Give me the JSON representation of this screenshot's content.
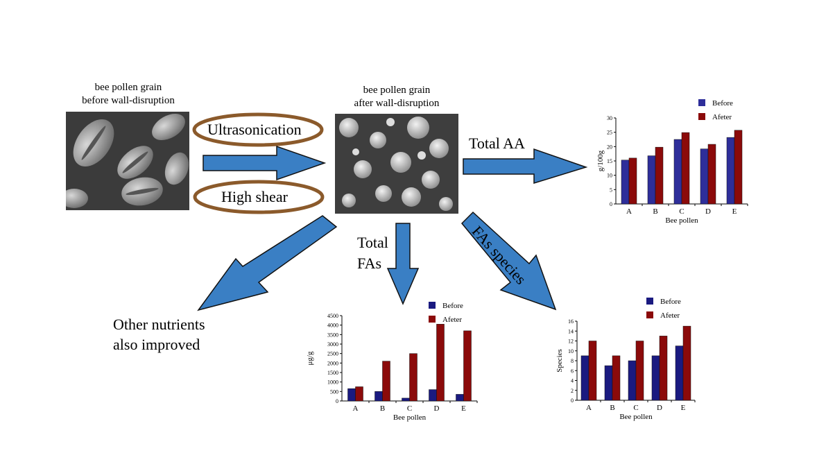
{
  "figure": {
    "photo_before_caption": [
      "bee pollen grain",
      "before wall-disruption"
    ],
    "photo_after_caption": [
      "bee pollen grain",
      "after wall-disruption"
    ],
    "method_1": "Ultrasonication",
    "method_2": "High shear",
    "arrow_total_aa": "Total AA",
    "arrow_total_fas": [
      "Total",
      "FAs"
    ],
    "arrow_fas_species": "FAs species",
    "other_nutrients": [
      "Other nutrients",
      "also improved"
    ],
    "colors": {
      "arrow": "#3a7fc4",
      "ellipse": "#8b5a2b",
      "before": "#2e2e9a",
      "after": "#8b0a0a",
      "fa_before": "#1a1a80"
    }
  },
  "chart_data": [
    {
      "type": "bar",
      "id": "total-aa",
      "categories": [
        "A",
        "B",
        "C",
        "D",
        "E"
      ],
      "series": [
        {
          "name": "Before",
          "values": [
            15.3,
            16.8,
            22.5,
            19.2,
            23.2
          ]
        },
        {
          "name": "Afeter",
          "values": [
            16.0,
            19.8,
            24.9,
            20.8,
            25.7
          ]
        }
      ],
      "ylabel": "g/100g",
      "xlabel": "Bee pollen",
      "ylim": [
        0,
        30
      ],
      "yticks": [
        0,
        5,
        10,
        15,
        20,
        25,
        30
      ],
      "legend": "top-right"
    },
    {
      "type": "bar",
      "id": "total-fas",
      "categories": [
        "A",
        "B",
        "C",
        "D",
        "E"
      ],
      "series": [
        {
          "name": "Before",
          "values": [
            650,
            500,
            150,
            600,
            350
          ]
        },
        {
          "name": "Afeter",
          "values": [
            750,
            2100,
            2500,
            4050,
            3700
          ]
        }
      ],
      "ylabel": "μg/g",
      "xlabel": "Bee pollen",
      "ylim": [
        0,
        4500
      ],
      "yticks": [
        0,
        500,
        1000,
        1500,
        2000,
        2500,
        3000,
        3500,
        4000,
        4500
      ],
      "legend": "top-right"
    },
    {
      "type": "bar",
      "id": "fas-species",
      "categories": [
        "A",
        "B",
        "C",
        "D",
        "E"
      ],
      "series": [
        {
          "name": "Before",
          "values": [
            9,
            7,
            8,
            9,
            11
          ]
        },
        {
          "name": "Afeter",
          "values": [
            12,
            9,
            12,
            13,
            15
          ]
        }
      ],
      "ylabel": "Species",
      "xlabel": "Bee pollen",
      "ylim": [
        0,
        16
      ],
      "yticks": [
        0,
        2,
        4,
        6,
        8,
        10,
        12,
        14,
        16
      ],
      "legend": "top-right"
    }
  ]
}
